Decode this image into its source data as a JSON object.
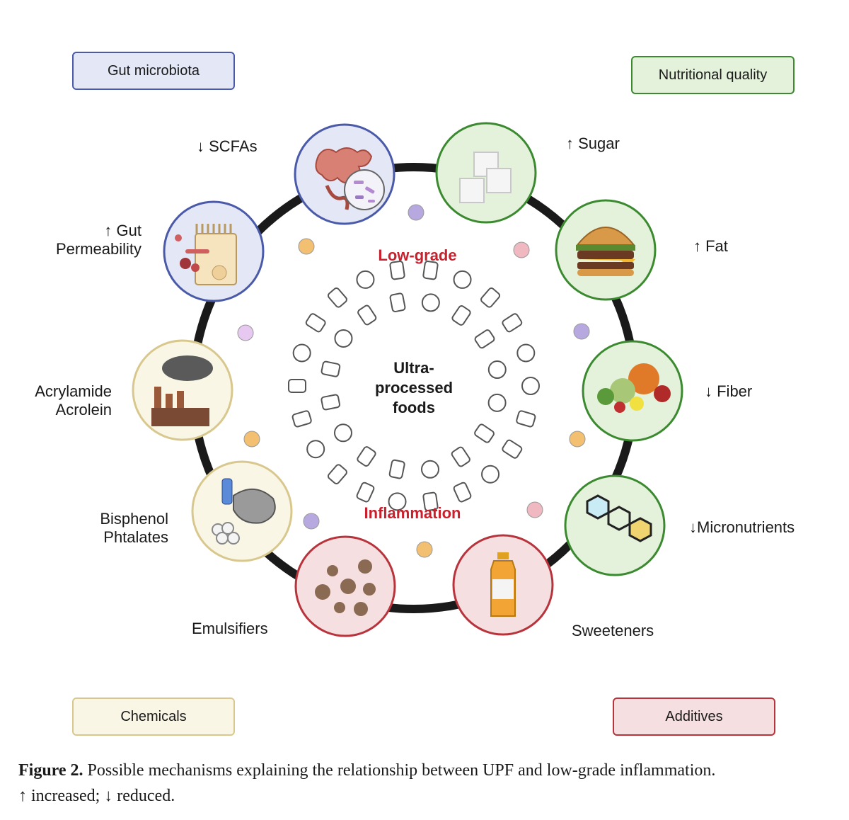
{
  "categories": {
    "gut_microbiota": "Gut microbiota",
    "nutritional_quality": "Nutritional quality",
    "chemicals": "Chemicals",
    "additives": "Additives"
  },
  "labels": {
    "scfas": "↓ SCFAs",
    "gut_line1": "↑ Gut",
    "gut_line2": "Permeability",
    "sugar": "↑ Sugar",
    "fat": "↑ Fat",
    "fiber": "↓ Fiber",
    "micronutrients": "↓Micronutrients",
    "acrylamide": "Acrylamide",
    "acrolein": "Acrolein",
    "bisphenol": "Bisphenol",
    "phtalates": "Phtalates",
    "emulsifiers": "Emulsifiers",
    "sweeteners": "Sweeteners"
  },
  "center": {
    "line1": "Ultra-",
    "line2": "processed",
    "line3": "foods",
    "top_title": "Low-grade",
    "bottom_title": "Inflammation"
  },
  "caption": {
    "label": "Figure 2.",
    "text": " Possible mechanisms explaining the relationship between UPF and low-grade inflammation.",
    "line2": "↑ increased; ↓ reduced."
  },
  "colors": {
    "gut_fill": "#e3e7f6",
    "gut_stroke": "#4a5aa8",
    "nutrition_fill": "#e4f2dc",
    "nutrition_stroke": "#3b8a30",
    "chemical_fill": "#faf6e6",
    "chemical_stroke": "#d8c88e",
    "additive_fill": "#f6dfe0",
    "additive_stroke": "#b8343c",
    "ring": "#1a1a1a",
    "accent_red": "#c8202c"
  },
  "icons": [
    "intestine-icon",
    "sugar-cubes-icon",
    "burger-icon",
    "vegetables-icon",
    "molecule-icon",
    "juice-bottle-icon",
    "emulsion-droplets-icon",
    "plastic-waste-icon",
    "factory-icon",
    "gut-cell-icon",
    "immune-cell-icon",
    "food-doodles-icon"
  ]
}
